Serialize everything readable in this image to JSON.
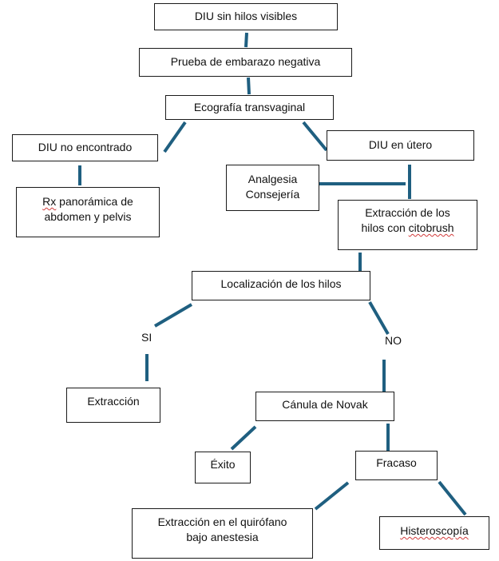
{
  "colors": {
    "connector": "#1f5f80",
    "border": "#1a1a1a",
    "text": "#111111",
    "spell_mark": "#d23b3b"
  },
  "nodes": {
    "diu_sin_hilos": "DIU sin hilos visibles",
    "prueba_embarazo": "Prueba de embarazo negativa",
    "ecografia": "Ecografía transvaginal",
    "diu_no_encontrado": "DIU no encontrado",
    "diu_en_utero": "DIU en útero",
    "rx": {
      "word1": "Rx",
      "rest1": " panorámica de",
      "line2": "abdomen y pelvis"
    },
    "analgesia": {
      "line1": "Analgesia",
      "line2": "Consejería"
    },
    "extraccion_hilos": {
      "line1": "Extracción de los",
      "line2_pre": "hilos con ",
      "line2_word": "citobrush"
    },
    "localizacion": "Localización de los hilos",
    "extraccion": "Extracción",
    "canula": "Cánula de Novak",
    "exito": "Éxito",
    "fracaso": "Fracaso",
    "quirofano": {
      "line1": "Extracción en el quirófano",
      "line2": "bajo anestesia"
    },
    "histeroscopia": "Histeroscopía"
  },
  "labels": {
    "si": "SI",
    "no": "NO"
  }
}
